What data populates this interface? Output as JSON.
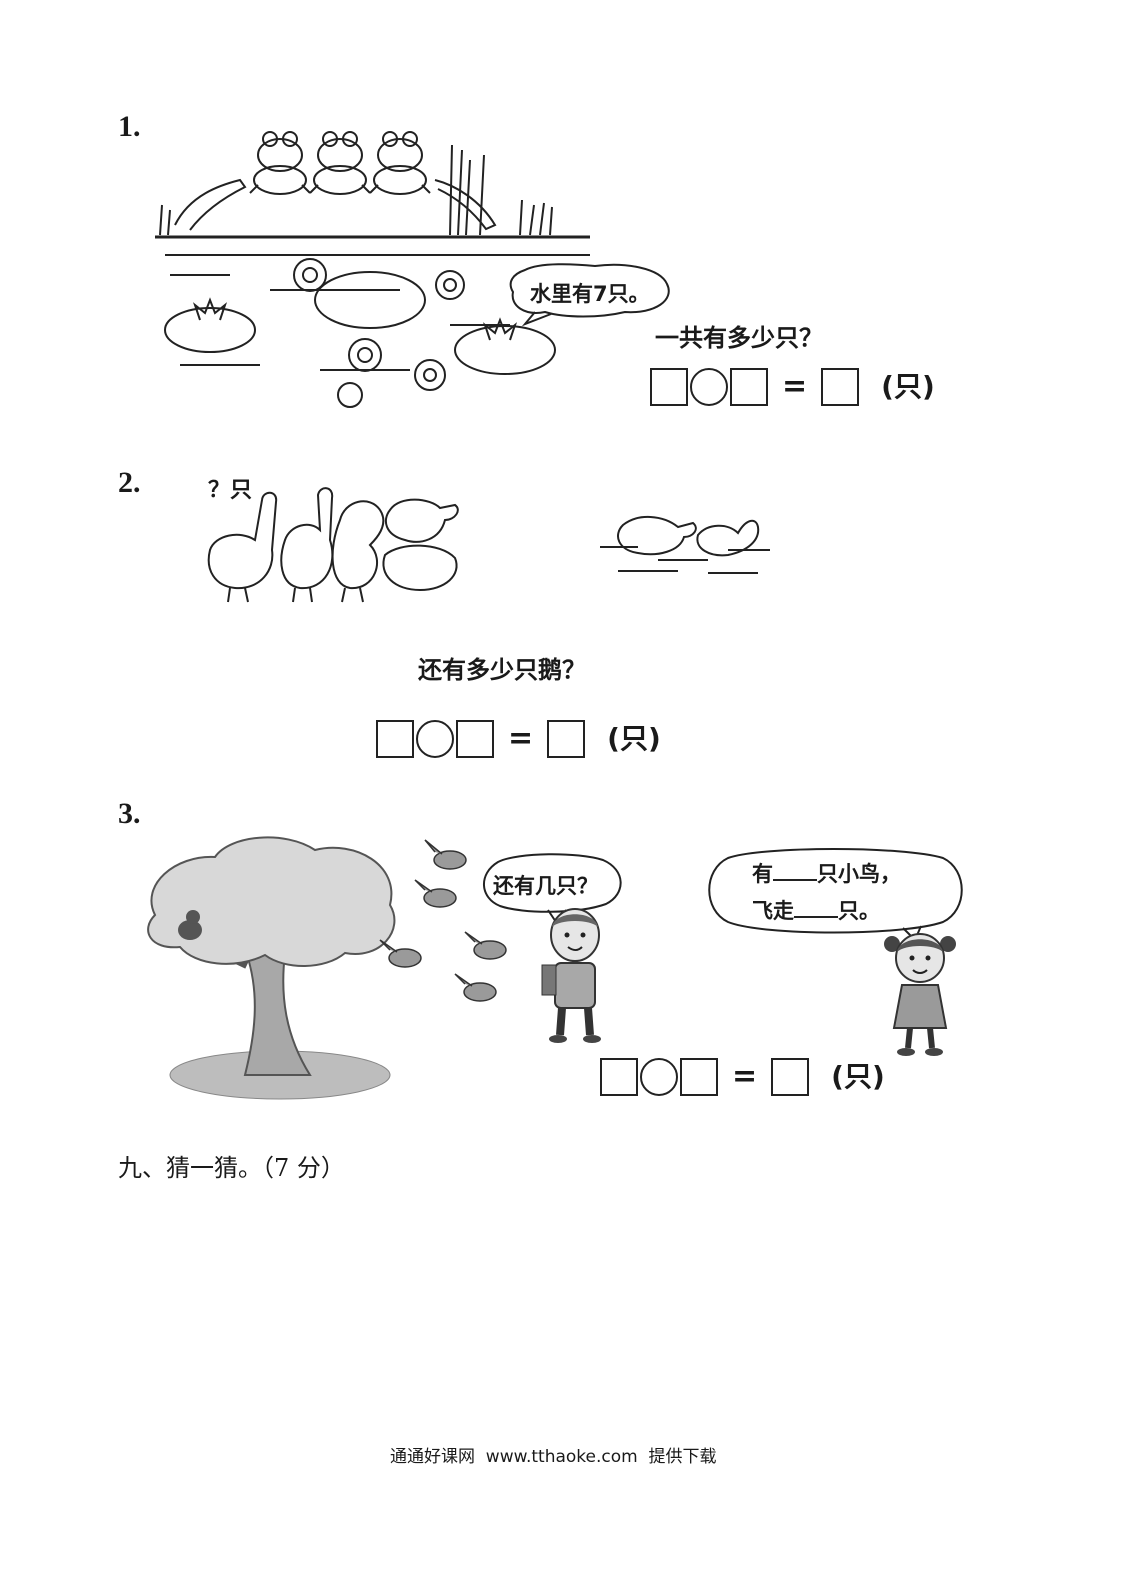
{
  "q1": {
    "number": "1.",
    "bubble": "水里有7只。",
    "question": "一共有多少只？",
    "unit": "(只)"
  },
  "q2": {
    "number": "2.",
    "tag": "？只",
    "question": "还有多少只鹅？",
    "unit": "(只)"
  },
  "q3": {
    "number": "3.",
    "boy_bubble": "还有几只？",
    "girl_line1_a": "有",
    "girl_line1_b": "只小鸟，",
    "girl_line2_a": "飞走",
    "girl_line2_b": "只。",
    "unit": "(只)"
  },
  "section9": "九、猜一猜。（7 分）",
  "footer": "通通好课网  www.tthaoke.com  提供下载"
}
